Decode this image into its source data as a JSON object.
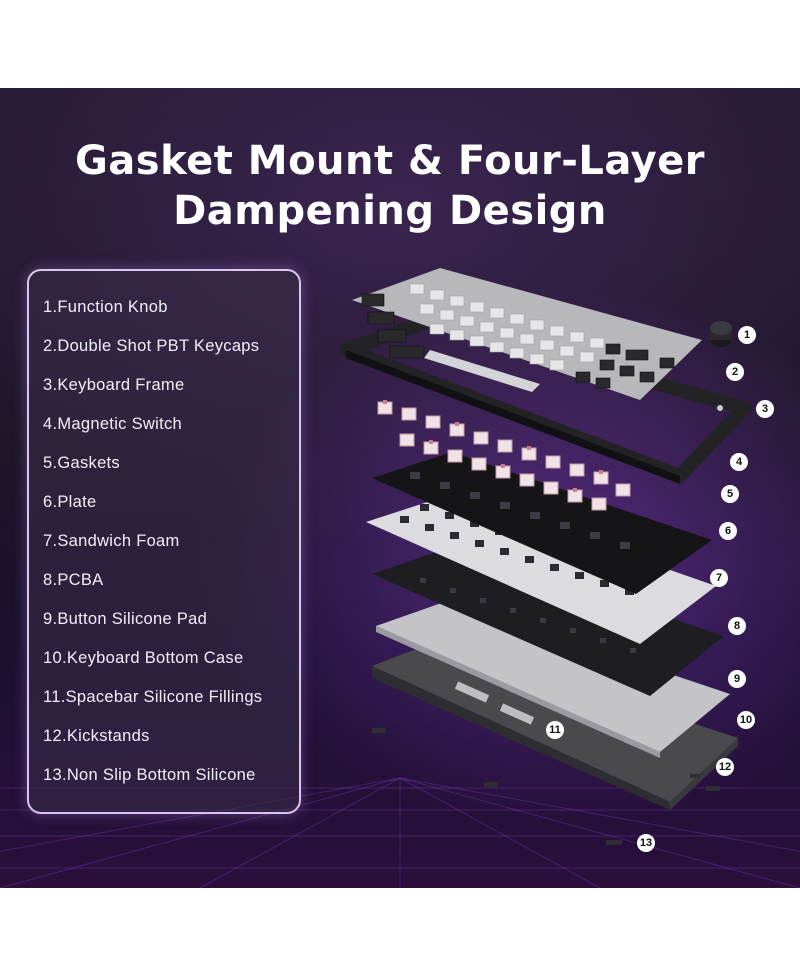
{
  "title": {
    "line1": "Gasket Mount & Four-Layer",
    "line2": "Dampening Design"
  },
  "legend": [
    "1.Function Knob",
    "2.Double Shot PBT Keycaps",
    "3.Keyboard Frame",
    "4.Magnetic Switch",
    "5.Gaskets",
    "6.Plate",
    "7.Sandwich Foam",
    "8.PCBA",
    "9.Button Silicone Pad",
    "10.Keyboard Bottom Case",
    "11.Spacebar Silicone Fillings",
    "12.Kickstands",
    "13.Non Slip Bottom Silicone"
  ],
  "callouts": [
    "1",
    "2",
    "3",
    "4",
    "5",
    "6",
    "7",
    "8",
    "9",
    "10",
    "11",
    "12",
    "13"
  ],
  "colors": {
    "background": "#1d1528",
    "glow": "#8a3cc8",
    "panel_border": "#d9c6ef",
    "text": "#ffffff"
  }
}
